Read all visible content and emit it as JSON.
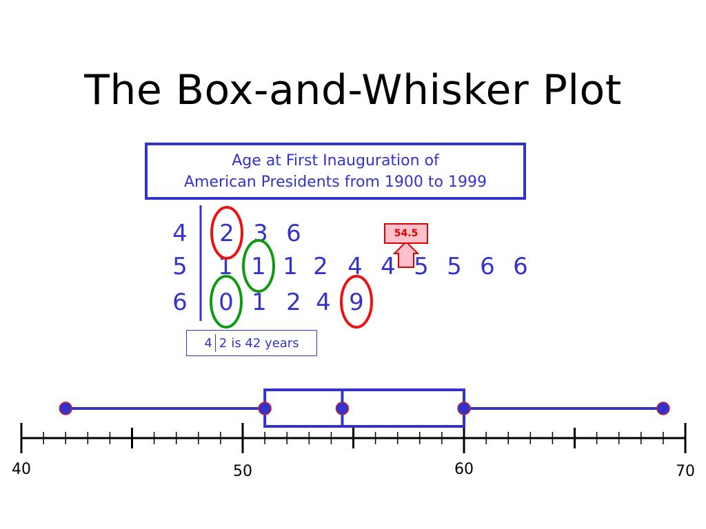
{
  "title": "The Box-and-Whisker Plot",
  "caption": {
    "line1": "Age at First Inauguration of",
    "line2": "American Presidents from 1900 to 1999"
  },
  "stem_leaf": {
    "rows": [
      {
        "stem": "4",
        "leaves": [
          "2",
          "3",
          "6"
        ]
      },
      {
        "stem": "5",
        "leaves": [
          "1",
          "1",
          "1",
          "2",
          "4",
          "4",
          "5",
          "5",
          "6",
          "6"
        ]
      },
      {
        "stem": "6",
        "leaves": [
          "0",
          "1",
          "2",
          "4",
          "9"
        ]
      }
    ],
    "circled": [
      {
        "row": 0,
        "leaf": 0,
        "color": "#ee1111"
      },
      {
        "row": 1,
        "leaf": 1,
        "color": "#119911"
      },
      {
        "row": 2,
        "leaf": 0,
        "color": "#119911"
      },
      {
        "row": 2,
        "leaf": 4,
        "color": "#ee1111"
      }
    ]
  },
  "key": {
    "stem": "4",
    "leaf": "2",
    "text": "is 42 years"
  },
  "median_callout": "54.5",
  "colors": {
    "primary": "#3333cc",
    "highlight_red": "#ee1111",
    "highlight_green": "#119911",
    "callout_fill": "#ffc0cb"
  },
  "chart_data": {
    "type": "boxplot",
    "min": 42,
    "q1": 51,
    "median": 54.5,
    "q3": 60,
    "max": 69,
    "xlim": [
      40,
      70
    ],
    "major_ticks": [
      40,
      50,
      60,
      70
    ],
    "mid_ticks": [
      45,
      55,
      65
    ],
    "minor_step": 1,
    "tick_labels": [
      "40",
      "50",
      "60",
      "70"
    ]
  }
}
